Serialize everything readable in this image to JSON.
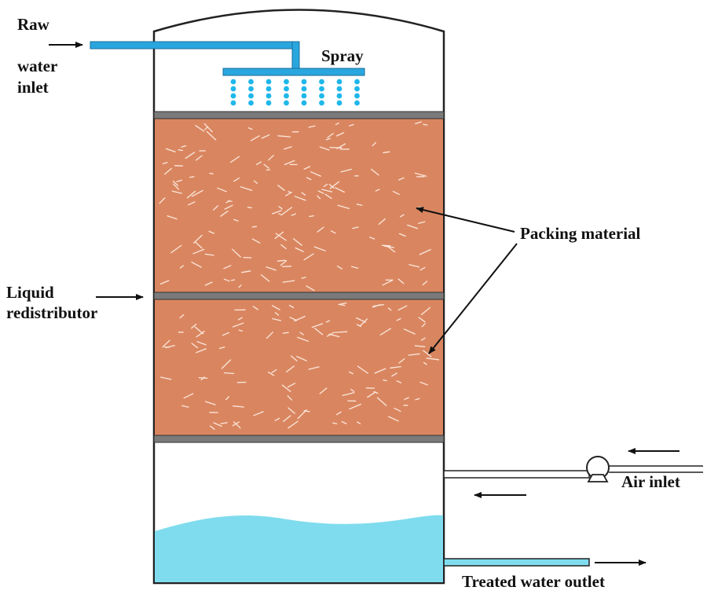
{
  "labels": {
    "raw_line1": "Raw",
    "raw_line2": "water",
    "raw_line3": "inlet",
    "spray": "Spray",
    "packing": "Packing material",
    "liquid_line1": "Liquid",
    "liquid_line2": "redistributor",
    "air_inlet": "Air inlet",
    "treated_outlet": "Treated water outlet"
  },
  "colors": {
    "packing": "#d98660",
    "plate": "#7a7a7a",
    "pipe": "#2aa6df",
    "droplet": "#1fb7ea",
    "water": "#7fdcee",
    "outline": "#222222",
    "speck": "#fbe7dc"
  },
  "icons": {
    "blower": "blower-icon"
  }
}
